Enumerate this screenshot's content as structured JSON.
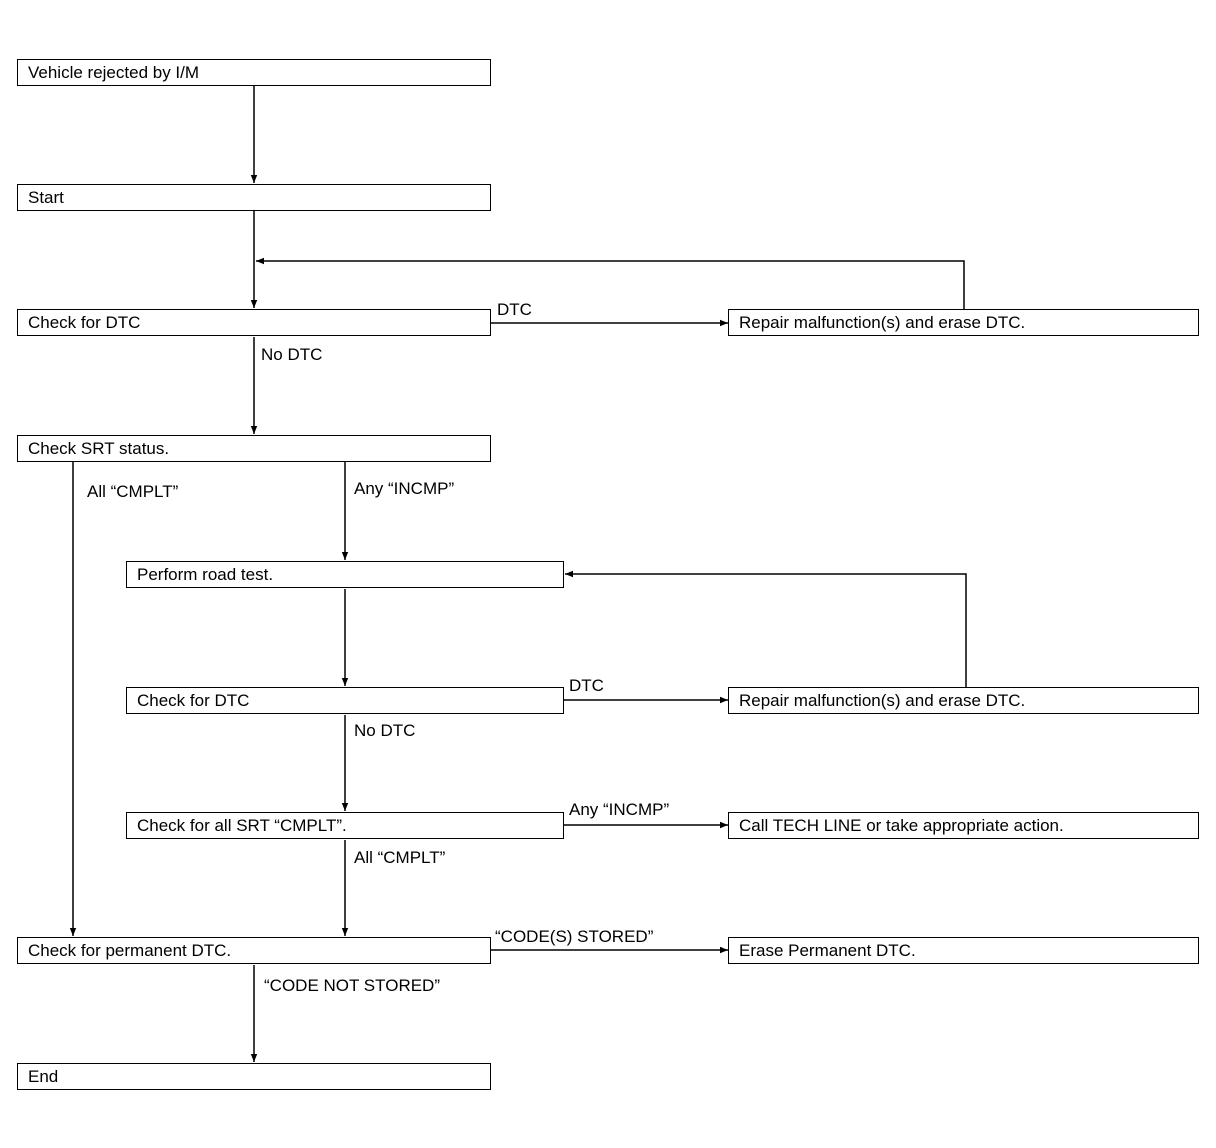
{
  "nodes": {
    "rejected": "Vehicle rejected by I/M",
    "start": "Start",
    "check_dtc_1": "Check for DTC",
    "repair_1": "Repair malfunction(s) and erase DTC.",
    "srt_status": "Check SRT status.",
    "road_test": "Perform road test.",
    "check_dtc_2": "Check for DTC",
    "repair_2": "Repair malfunction(s) and erase DTC.",
    "check_all_srt": "Check for all SRT “CMPLT”.",
    "call_tech_line": "Call TECH LINE or take appropriate action.",
    "check_permanent": "Check for permanent DTC.",
    "erase_permanent": "Erase Permanent DTC.",
    "end": "End"
  },
  "edges": {
    "dtc_1": "DTC",
    "no_dtc_1": "No DTC",
    "all_cmplt_1": "All “CMPLT”",
    "any_incmp_1": "Any “INCMP”",
    "dtc_2": "DTC",
    "no_dtc_2": "No DTC",
    "any_incmp_2": "Any “INCMP”",
    "all_cmplt_2": "All “CMPLT”",
    "codes_stored": "“CODE(S) STORED”",
    "code_not_stored": "“CODE NOT STORED”"
  }
}
